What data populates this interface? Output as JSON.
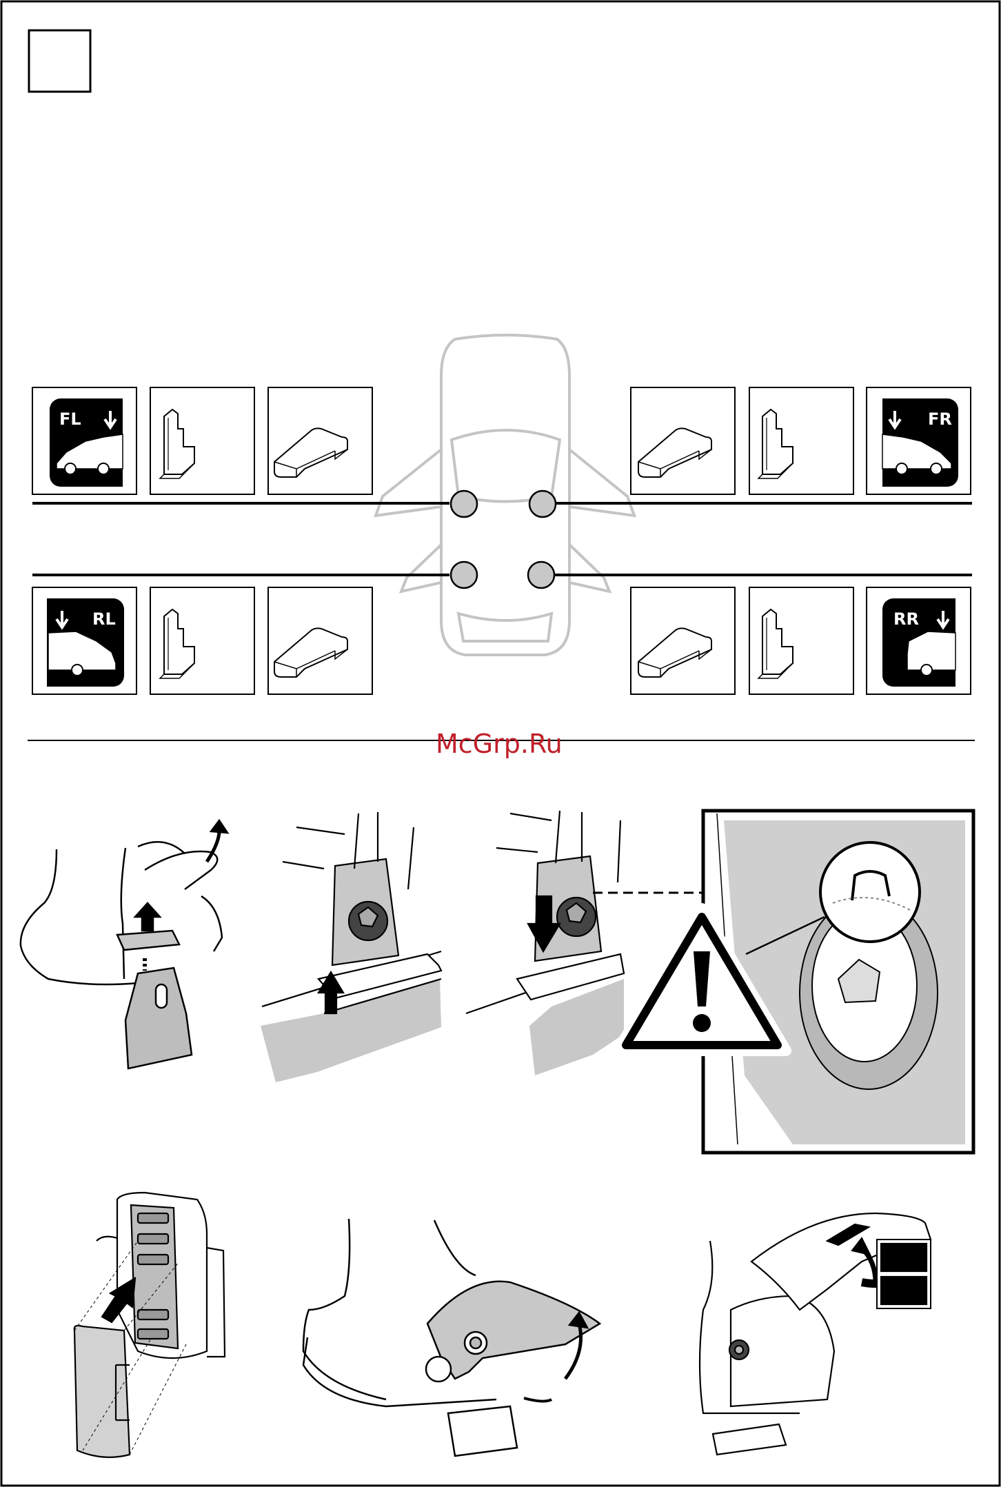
{
  "positions": {
    "front_left": "FL",
    "front_right": "FR",
    "rear_left": "RL",
    "rear_right": "RR"
  },
  "watermark": "McGrp.Ru",
  "colors": {
    "line": "#000000",
    "grey_part": "#c8c8c8",
    "car_outline": "#c0c0c0",
    "watermark": "#c0202a"
  },
  "icons": [
    "warning-triangle-icon",
    "arrow-up-icon",
    "arrow-down-icon",
    "curved-arrow-icon"
  ]
}
